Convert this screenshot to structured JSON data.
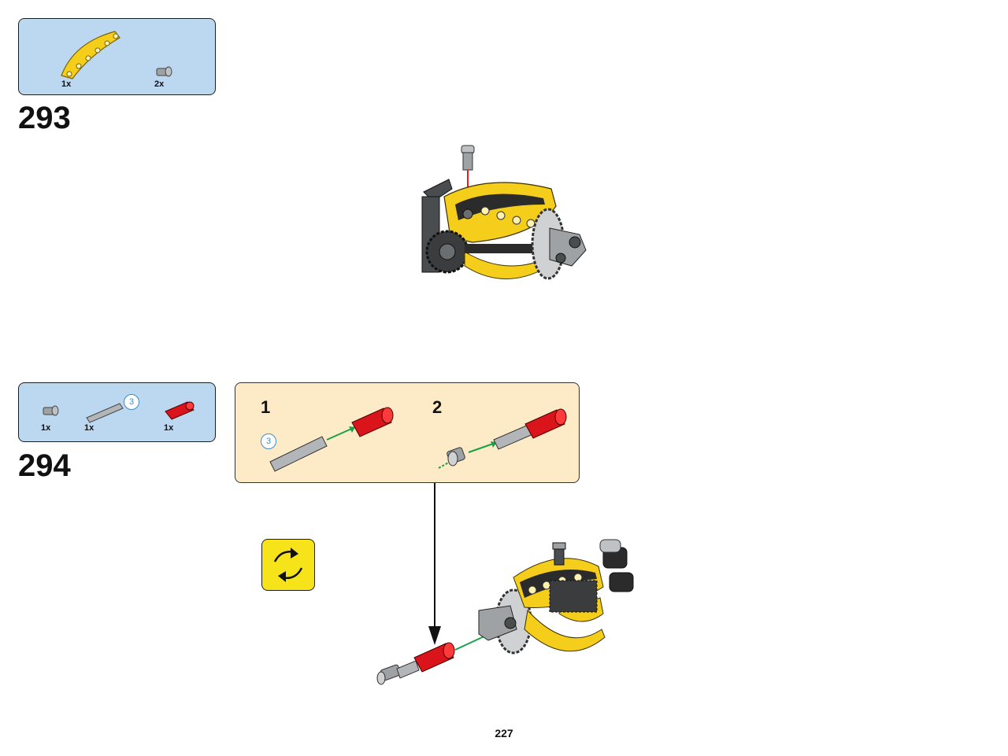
{
  "steps": [
    {
      "number": "293",
      "parts": [
        {
          "icon": "yellow-curved-liftarm-icon",
          "qty": "1x"
        },
        {
          "icon": "grey-bush-icon",
          "qty": "2x"
        }
      ]
    },
    {
      "number": "294",
      "parts": [
        {
          "icon": "grey-bush-icon",
          "qty": "1x"
        },
        {
          "icon": "grey-axle-icon",
          "qty": "1x",
          "length": "3"
        },
        {
          "icon": "red-axle-connector-icon",
          "qty": "1x"
        }
      ],
      "substeps": [
        {
          "number": "1",
          "length": "3"
        },
        {
          "number": "2"
        }
      ]
    }
  ],
  "page_number": "227",
  "colors": {
    "parts_box": "#bcd7f0",
    "substep_box": "#fdebc7",
    "rotate_box": "#f7e31a",
    "lego_yellow": "#f5cd1b",
    "lego_red": "#d9141b",
    "lego_grey": "#9ea2a4",
    "lego_dark": "#4a4d4f",
    "arrow_green": "#1aa04a",
    "arrow_red": "#e02020"
  },
  "icons": {
    "rotate": "rotate-model-icon",
    "arrow": "down-arrow-icon"
  }
}
